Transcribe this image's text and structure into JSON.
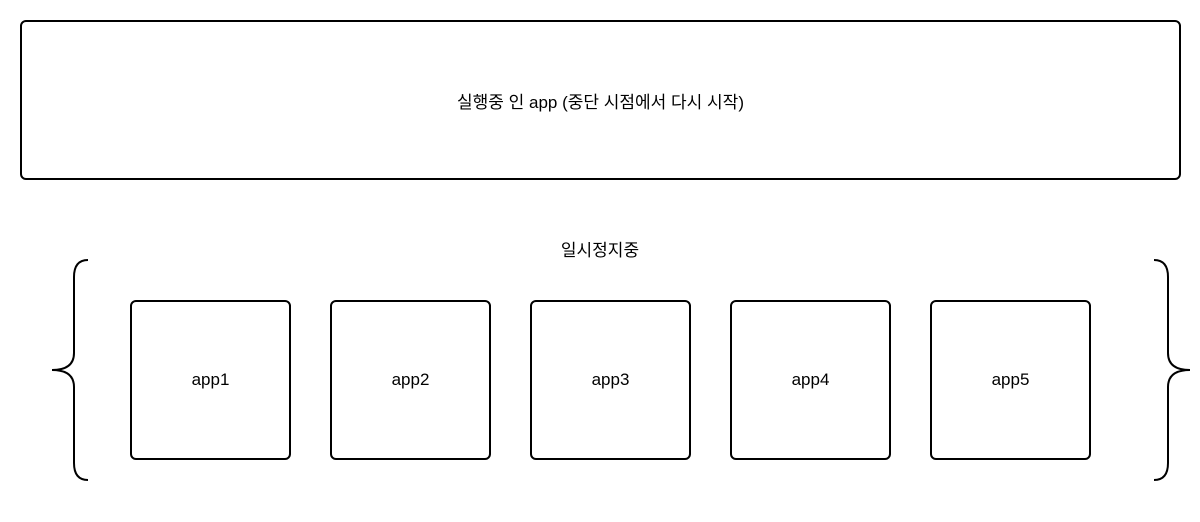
{
  "running": {
    "label": "실행중 인 app (중단 시점에서 다시 시작)"
  },
  "paused": {
    "label": "일시정지중",
    "apps": [
      {
        "label": "app1"
      },
      {
        "label": "app2"
      },
      {
        "label": "app3"
      },
      {
        "label": "app4"
      },
      {
        "label": "app5"
      }
    ]
  },
  "colors": {
    "stroke": "#000000",
    "background": "#ffffff"
  }
}
